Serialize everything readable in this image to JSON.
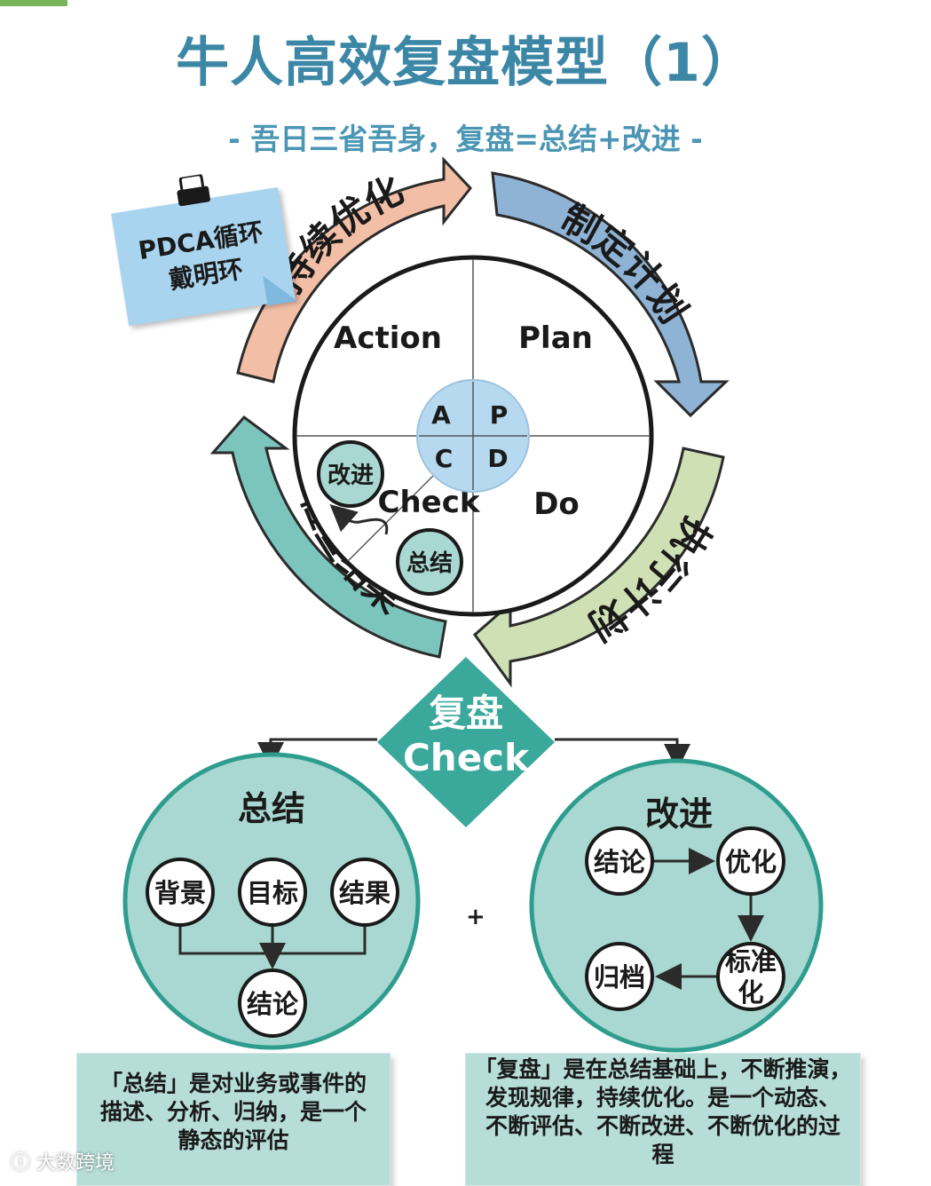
{
  "title": "牛人高效复盘模型（1）",
  "subtitle": "- 吾日三省吾身，复盘=总结+改进 -",
  "note": {
    "line1": "PDCA循环",
    "line2": "戴明环"
  },
  "ring": {
    "plan_arc": "制定计划",
    "do_arc": "执行计划",
    "check_arc": "检查结果",
    "action_arc": "持续优化"
  },
  "quadrants": {
    "action": "Action",
    "plan": "Plan",
    "check": "Check",
    "do": "Do"
  },
  "hub": {
    "a": "A",
    "p": "P",
    "c": "C",
    "d": "D"
  },
  "check_nodes": {
    "improve": "改进",
    "summary": "总结"
  },
  "diamond": {
    "line1": "复盘",
    "line2": "Check"
  },
  "summary_circle": {
    "heading": "总结",
    "nodes": [
      "背景",
      "目标",
      "结果"
    ],
    "result": "结论"
  },
  "improve_circle": {
    "heading": "改进",
    "conclusion": "结论",
    "optimize": "优化",
    "standard_l1": "标准",
    "standard_l2": "化",
    "archive": "归档"
  },
  "plus": "+",
  "box_left": {
    "line1": "「总结」是对业务或事件的",
    "line2": "描述、分析、归纳，是一个",
    "line3": "静态的评估"
  },
  "box_right": {
    "line1": "「复盘」是在总结基础上，不断推演，",
    "line2": "发现规律，持续优化。是一个动态、",
    "line3": "不断评估、不断改进、不断优化的过",
    "line4": "程"
  },
  "watermark": "大数跨境",
  "colors": {
    "title": "#3d87a6",
    "plan_arc": "#8fb3d4",
    "do_arc": "#cfe0b4",
    "check_arc": "#7cc5bd",
    "action_arc": "#f2bfa6",
    "teal": "#3aa89b",
    "circle_fill": "#a8d8d1",
    "hub_fill": "#b6d9f0"
  }
}
